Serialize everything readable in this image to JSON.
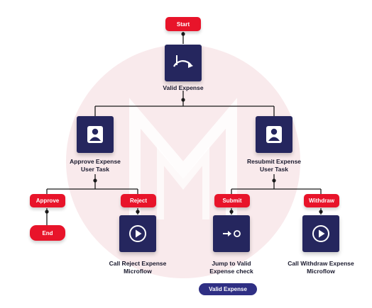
{
  "colors": {
    "event_red": "#e8142a",
    "task_navy": "#25265e",
    "tag_blue": "#2f2f84",
    "wire": "#1a1a1a",
    "watermark": "#f7e4e6"
  },
  "events": {
    "start": "Start",
    "approve": "Approve",
    "reject": "Reject",
    "submit": "Submit",
    "withdraw": "Withdraw",
    "end": "End"
  },
  "nodes": {
    "valid_expense": {
      "label": "Valid Expense",
      "icon": "gateway-arc-icon"
    },
    "approve_task": {
      "line1": "Approve Expense",
      "line2": "User Task",
      "icon": "user-icon"
    },
    "resubmit_task": {
      "line1": "Resubmit Expense",
      "line2": "User Task",
      "icon": "user-icon"
    },
    "call_reject": {
      "line1": "Call Reject Expense",
      "line2": "Microflow",
      "icon": "play-icon"
    },
    "jump_valid": {
      "line1": "Jump to Valid",
      "line2": "Expense check",
      "icon": "jump-arrow-icon"
    },
    "call_withdraw": {
      "line1": "Call Withdraw Expense",
      "line2": "Microflow",
      "icon": "play-icon"
    }
  },
  "tag": {
    "label": "Valid Expense"
  }
}
